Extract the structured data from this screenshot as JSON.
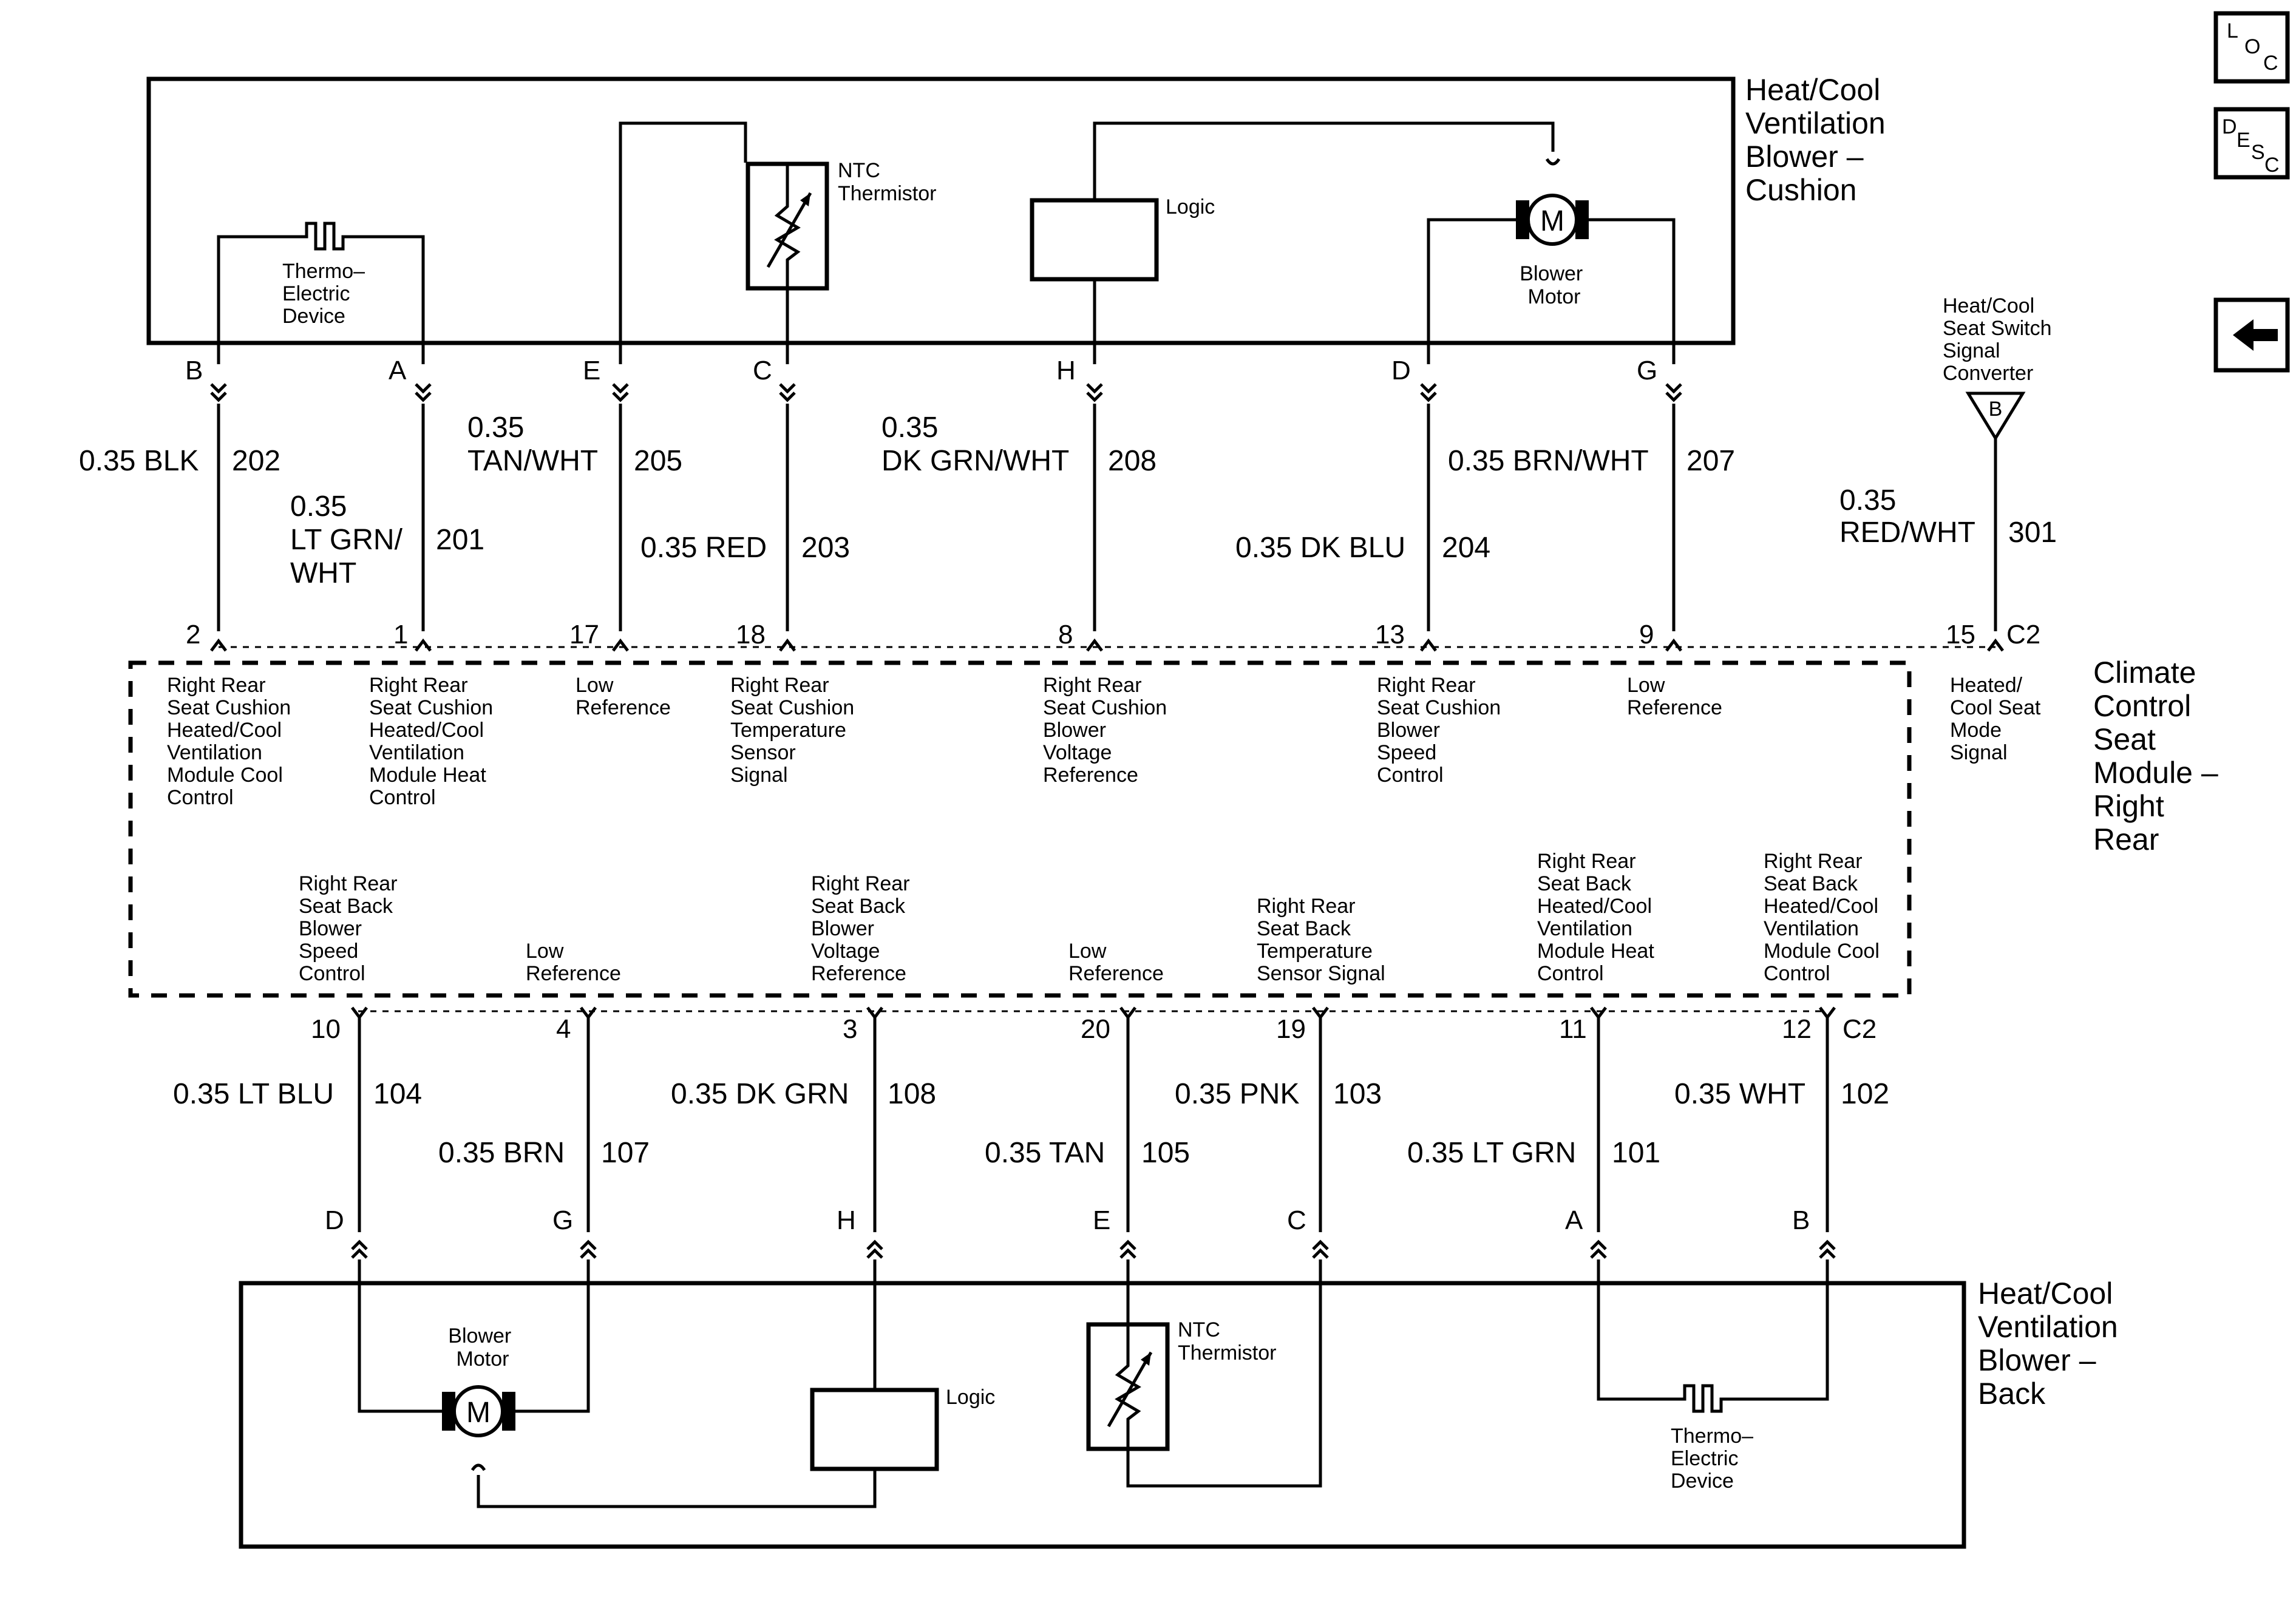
{
  "nav": {
    "loc": {
      "l1": "L",
      "l2": "O",
      "l3": "C"
    },
    "desc": {
      "l1": "D",
      "l2": "E",
      "l3": "S",
      "l4": "C"
    }
  },
  "cushion": {
    "title": [
      "Heat/Cool",
      "Ventilation",
      "Blower –",
      "Cushion"
    ],
    "ntc": [
      "NTC",
      "Thermistor"
    ],
    "logic": "Logic",
    "motor_symbol": "M",
    "motor_label": [
      "Blower",
      "Motor"
    ],
    "thermo": [
      "Thermo–",
      "Electric",
      "Device"
    ],
    "pins": [
      "B",
      "A",
      "E",
      "C",
      "H",
      "D",
      "G"
    ]
  },
  "upper_wires": [
    {
      "gauge_color": [
        "0.35 BLK"
      ],
      "circuit": "202"
    },
    {
      "gauge_color": [
        "0.35",
        "LT GRN/",
        "WHT"
      ],
      "circuit": "201"
    },
    {
      "gauge_color": [
        "0.35",
        "TAN/WHT"
      ],
      "circuit": "205"
    },
    {
      "gauge_color": [
        "0.35 RED"
      ],
      "circuit": "203"
    },
    {
      "gauge_color": [
        "0.35",
        "DK GRN/WHT"
      ],
      "circuit": "208"
    },
    {
      "gauge_color": [
        "0.35 DK BLU"
      ],
      "circuit": "204"
    },
    {
      "gauge_color": [
        "0.35 BRN/WHT"
      ],
      "circuit": "207"
    },
    {
      "gauge_color": [
        "0.35",
        "RED/WHT"
      ],
      "circuit": "301"
    }
  ],
  "converter": {
    "label": [
      "Heat/Cool",
      "Seat Switch",
      "Signal",
      "Converter"
    ],
    "pin": "B"
  },
  "module": {
    "title": [
      "Climate",
      "Control",
      "Seat",
      "Module –",
      "Right",
      "Rear"
    ],
    "connector": "C2",
    "top_pins": [
      "2",
      "1",
      "17",
      "18",
      "8",
      "13",
      "9",
      "15"
    ],
    "top_functions": [
      [
        "Right Rear",
        "Seat Cushion",
        "Heated/Cool",
        "Ventilation",
        "Module Cool",
        "Control"
      ],
      [
        "Right Rear",
        "Seat Cushion",
        "Heated/Cool",
        "Ventilation",
        "Module Heat",
        "Control"
      ],
      [
        "Low",
        "Reference"
      ],
      [
        "Right Rear",
        "Seat Cushion",
        "Temperature",
        "Sensor",
        "Signal"
      ],
      [
        "Right Rear",
        "Seat Cushion",
        "Blower",
        "Voltage",
        "Reference"
      ],
      [
        "Right Rear",
        "Seat Cushion",
        "Blower",
        "Speed",
        "Control"
      ],
      [
        "Low",
        "Reference"
      ],
      [
        "Heated/",
        "Cool Seat",
        "Mode",
        "Signal"
      ]
    ],
    "bottom_pins": [
      "10",
      "4",
      "3",
      "20",
      "19",
      "11",
      "12"
    ],
    "bottom_functions": [
      [
        "Right Rear",
        "Seat Back",
        "Blower",
        "Speed",
        "Control"
      ],
      [
        "Low",
        "Reference"
      ],
      [
        "Right Rear",
        "Seat Back",
        "Blower",
        "Voltage",
        "Reference"
      ],
      [
        "Low",
        "Reference"
      ],
      [
        "Right Rear",
        "Seat Back",
        "Temperature",
        "Sensor Signal"
      ],
      [
        "Right Rear",
        "Seat Back",
        "Heated/Cool",
        "Ventilation",
        "Module Heat",
        "Control"
      ],
      [
        "Right Rear",
        "Seat Back",
        "Heated/Cool",
        "Ventilation",
        "Module Cool",
        "Control"
      ]
    ]
  },
  "lower_wires": [
    {
      "gauge_color": "0.35 LT BLU",
      "circuit": "104"
    },
    {
      "gauge_color": "0.35 BRN",
      "circuit": "107"
    },
    {
      "gauge_color": "0.35 DK GRN",
      "circuit": "108"
    },
    {
      "gauge_color": "0.35 TAN",
      "circuit": "105"
    },
    {
      "gauge_color": "0.35 PNK",
      "circuit": "103"
    },
    {
      "gauge_color": "0.35 LT GRN",
      "circuit": "101"
    },
    {
      "gauge_color": "0.35 WHT",
      "circuit": "102"
    }
  ],
  "back": {
    "title": [
      "Heat/Cool",
      "Ventilation",
      "Blower –",
      "Back"
    ],
    "pins": [
      "D",
      "G",
      "H",
      "E",
      "C",
      "A",
      "B"
    ],
    "motor_label": [
      "Blower",
      "Motor"
    ],
    "motor_symbol": "M",
    "logic": "Logic",
    "ntc": [
      "NTC",
      "Thermistor"
    ],
    "thermo": [
      "Thermo–",
      "Electric",
      "Device"
    ]
  }
}
